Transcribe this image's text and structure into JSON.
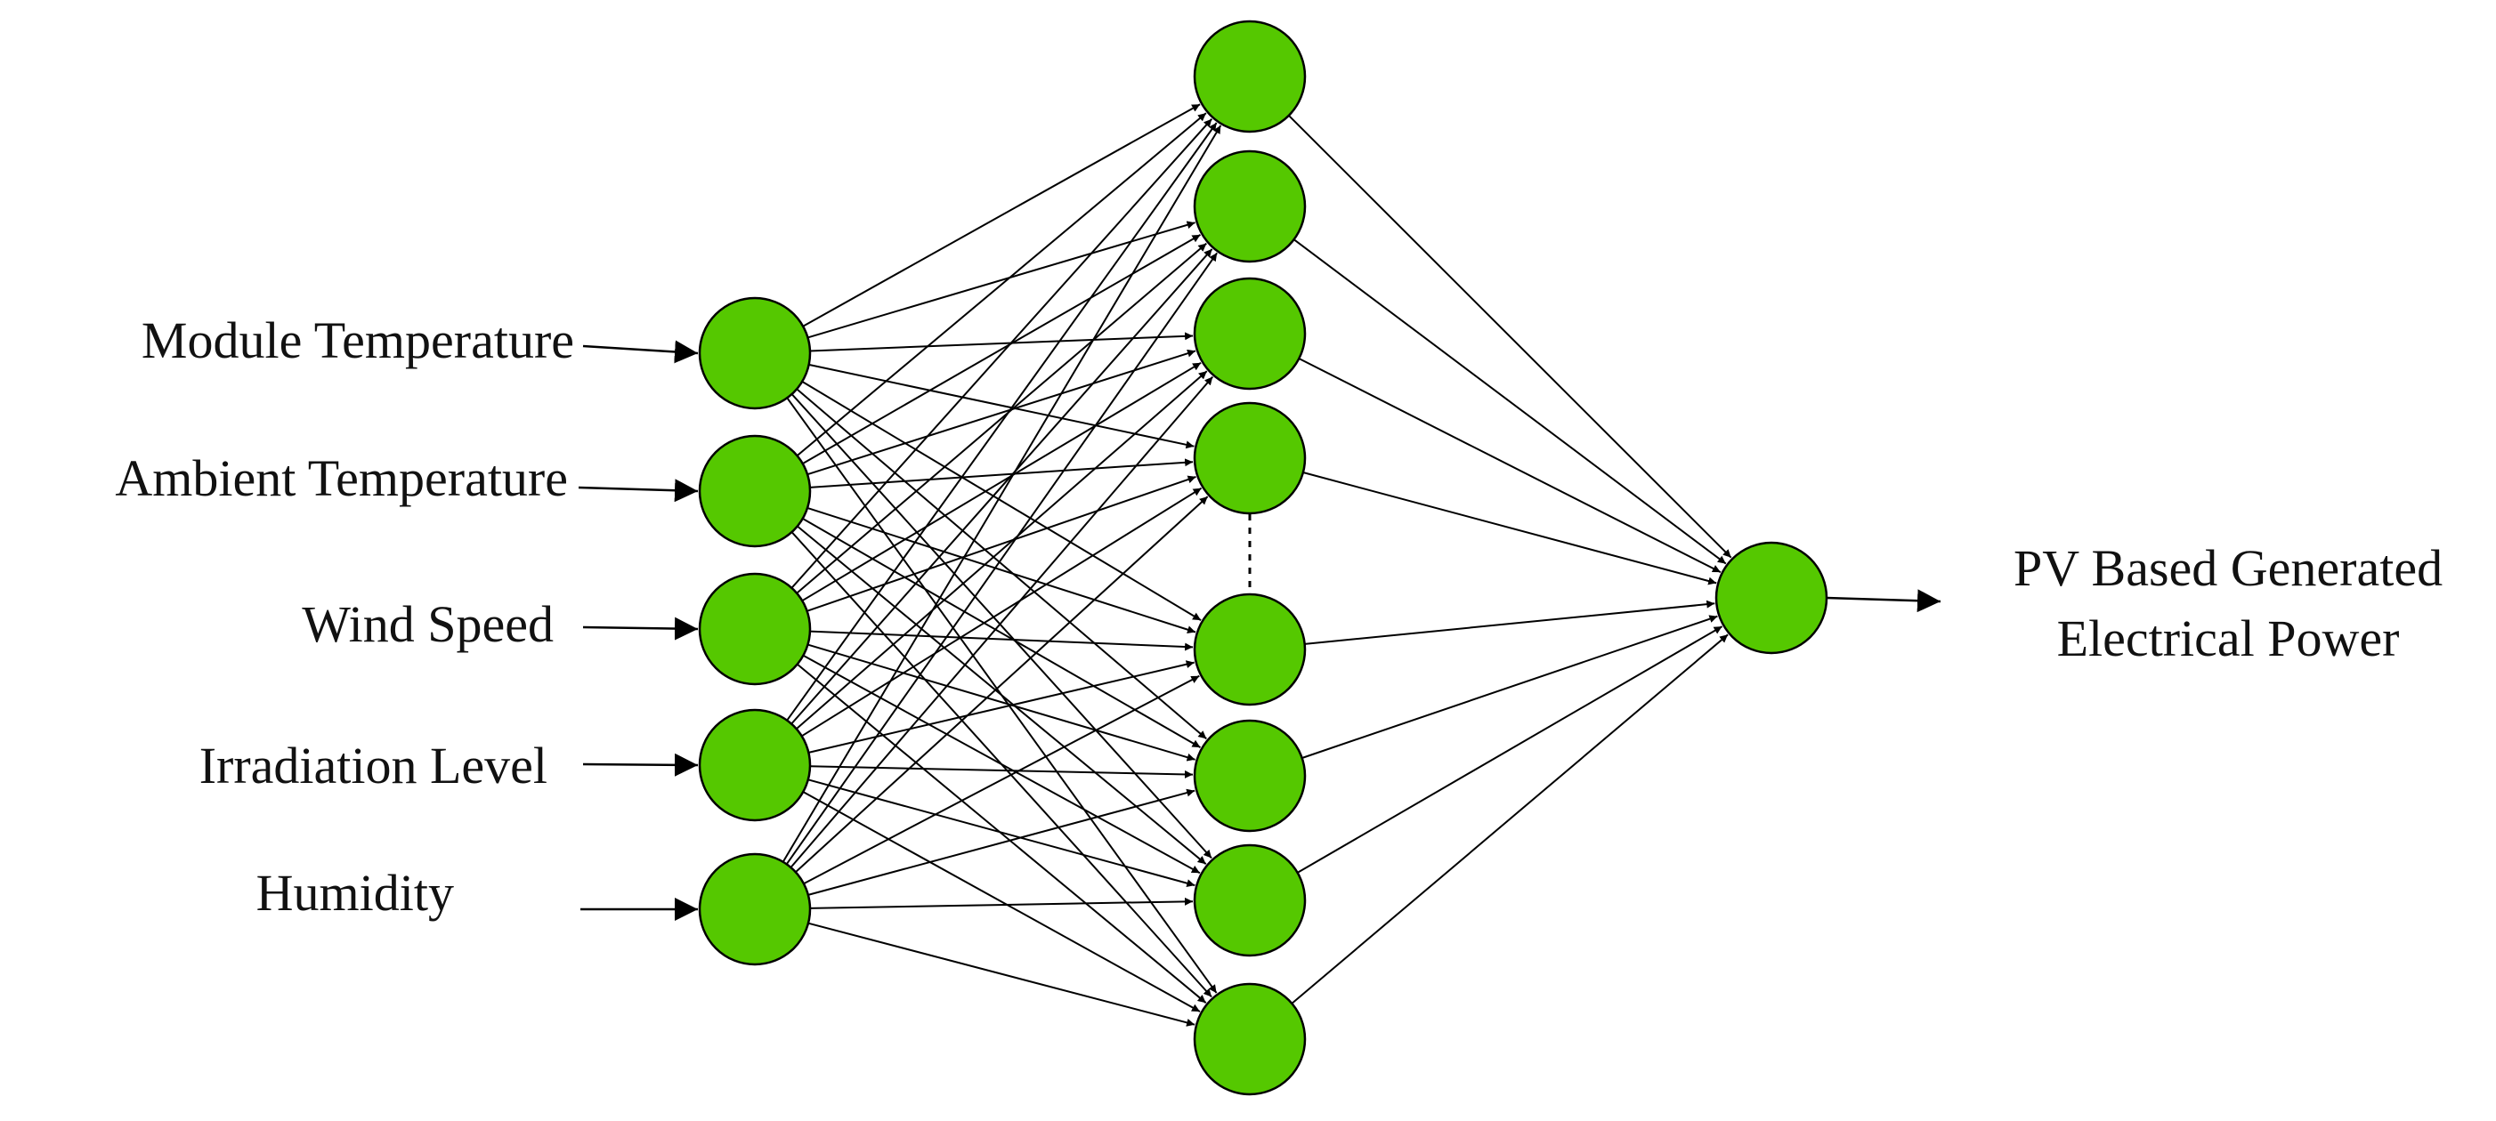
{
  "inputs": [
    "Module Temperature",
    "Ambient Temperature",
    "Wind Speed",
    "Irradiation Level",
    "Humidity"
  ],
  "output": {
    "line1": "PV Based Generated",
    "line2": "Electrical Power"
  },
  "hidden_layer": {
    "upper_neuron_count": 4,
    "lower_neuron_count": 4,
    "gap": "dotted-ellipsis"
  },
  "output_neuron_count": 1,
  "colors": {
    "neuron_fill": "#55c800",
    "neuron_stroke": "#000000",
    "edge": "#000000"
  }
}
